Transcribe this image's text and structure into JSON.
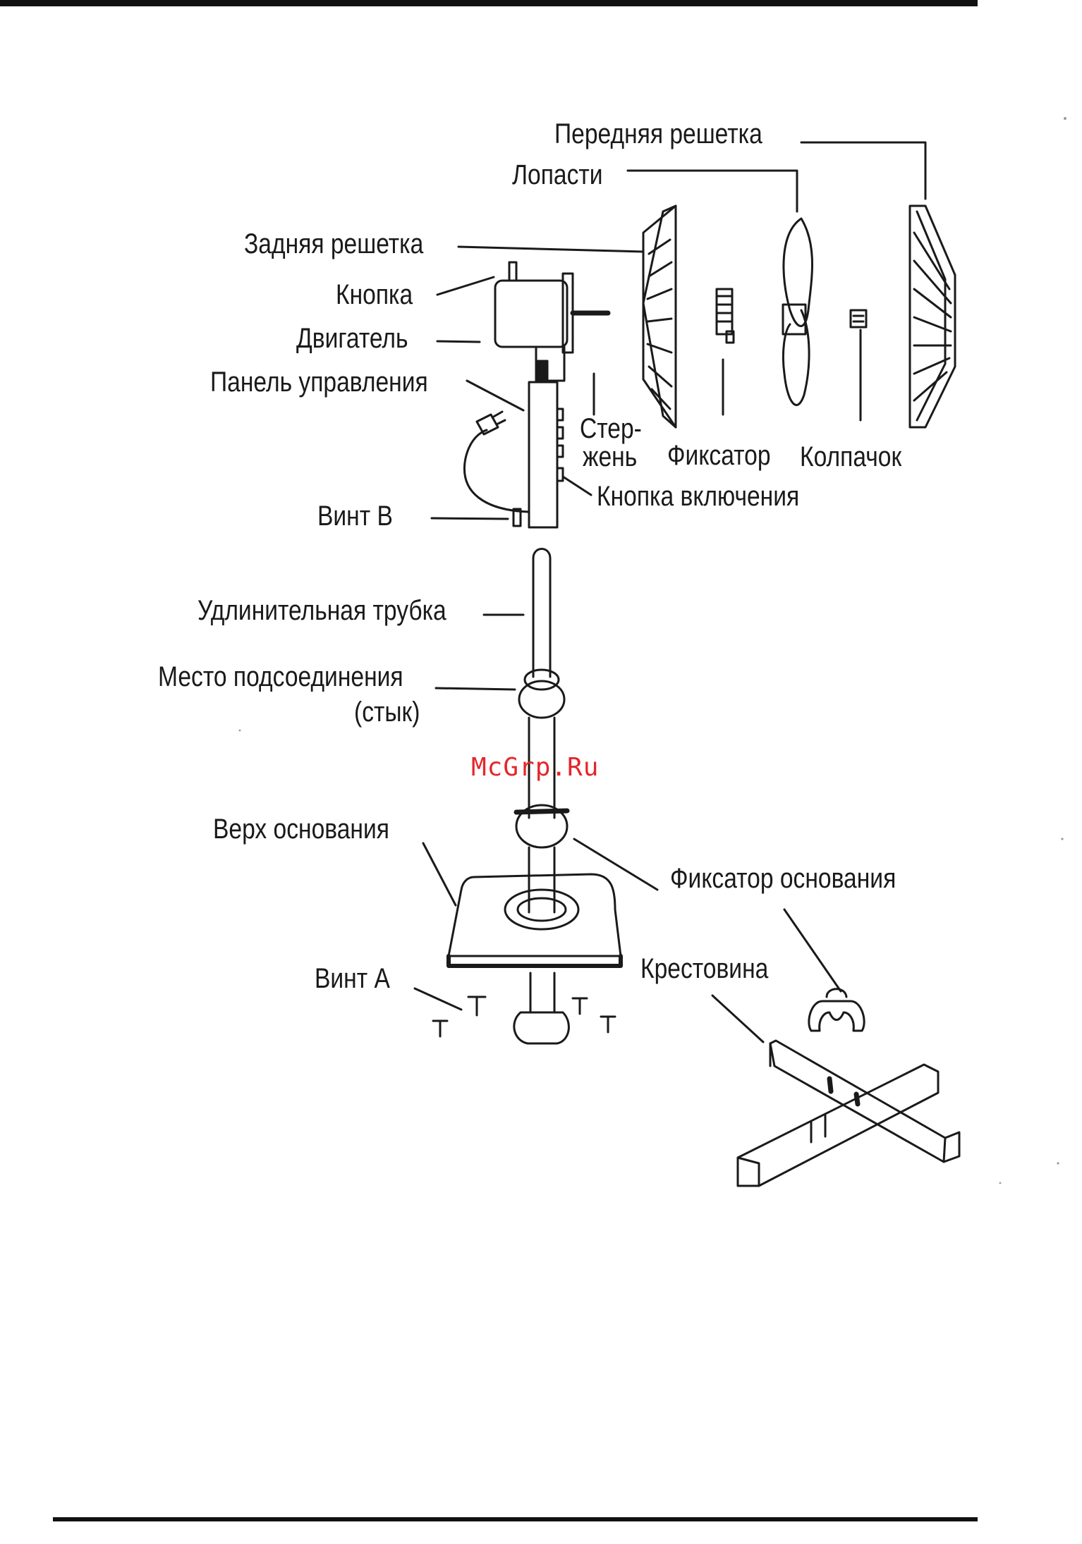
{
  "labels": {
    "front_grille": "Передняя решетка",
    "blades": "Лопасти",
    "rear_grille": "Задняя решетка",
    "button": "Кнопка",
    "motor": "Двигатель",
    "control_panel": "Панель управления",
    "shaft_line1": "Стер-",
    "shaft_line2": "жень",
    "lock": "Фиксатор",
    "cap": "Колпачок",
    "power_button": "Кнопка включения",
    "screw_b": "Винт В",
    "extension_tube": "Удлинительная трубка",
    "joint_line1": "Место подсоединения",
    "joint_line2": "(стык)",
    "base_top": "Верх основания",
    "base_lock": "Фиксатор основания",
    "screw_a": "Винт А",
    "cross_base": "Крестовина"
  },
  "watermark": "McGrp.Ru",
  "colors": {
    "ink": "#1a1a1a",
    "watermark": "#e4262b"
  }
}
